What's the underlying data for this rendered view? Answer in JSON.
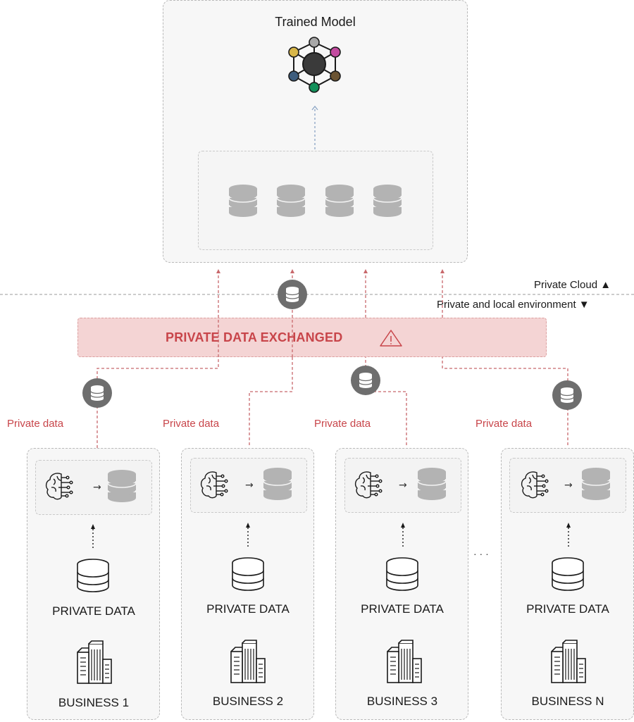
{
  "cloud": {
    "title": "Trained Model",
    "legend_cloud": "Private Cloud ▲",
    "legend_local": "Private and local environment ▼"
  },
  "banner": {
    "text": "PRIVATE DATA EXCHANGED",
    "color": "#c8454a",
    "background": "#f4d4d4"
  },
  "flow_labels": [
    "Private data",
    "Private data",
    "Private data",
    "Private data"
  ],
  "ellipsis": "· · ·",
  "businesses": [
    {
      "data_label": "PRIVATE DATA",
      "name": "BUSINESS 1"
    },
    {
      "data_label": "PRIVATE DATA",
      "name": "BUSINESS 2"
    },
    {
      "data_label": "PRIVATE DATA",
      "name": "BUSINESS 3"
    },
    {
      "data_label": "PRIVATE DATA",
      "name": "BUSINESS N"
    }
  ],
  "model_node_colors": [
    "#a8a8a8",
    "#c34ba0",
    "#6b5433",
    "#13905a",
    "#3e5d7d",
    "#d8b74a",
    "#3a3a3a"
  ],
  "icons": [
    "neural-network-icon",
    "database-icon",
    "brain-circuit-icon",
    "arrow-right-icon",
    "office-building-icon",
    "warning-icon"
  ]
}
